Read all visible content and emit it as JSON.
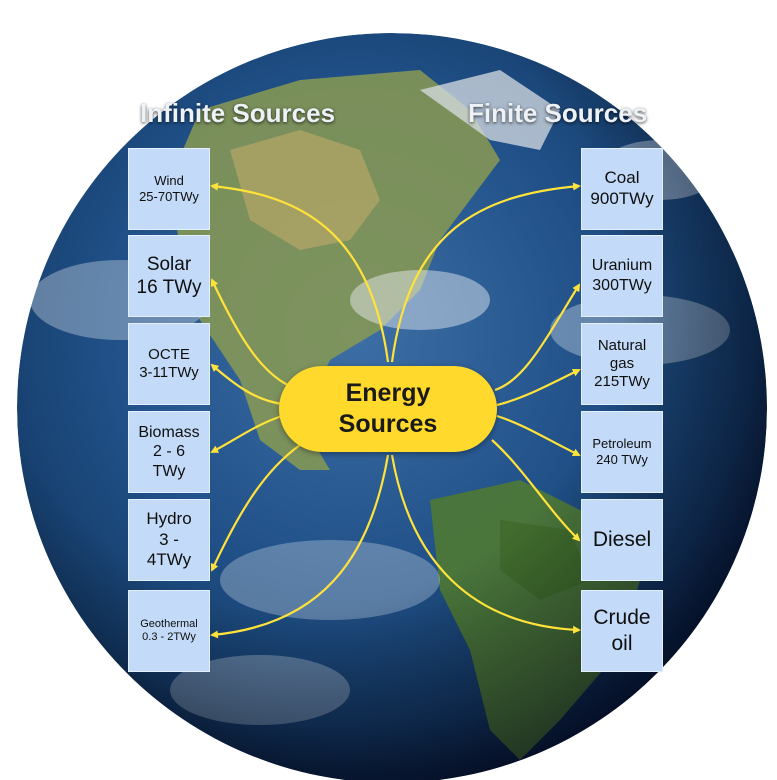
{
  "colors": {
    "box_fill": "#c3dbf8",
    "hub_fill": "#ffd92b",
    "arrow": "#ffe23a",
    "heading": "#eef2f7"
  },
  "headings": {
    "infinite": "Infinite Sources",
    "finite": "Finite Sources"
  },
  "hub": {
    "line1": "Energy",
    "line2": "Sources"
  },
  "infinite_sources": [
    {
      "lines": [
        "Wind",
        "25-70TWy"
      ]
    },
    {
      "lines": [
        "Solar",
        "16 TWy"
      ]
    },
    {
      "lines": [
        "OCTE",
        "3-11TWy"
      ]
    },
    {
      "lines": [
        "Biomass",
        "2 - 6",
        "TWy"
      ]
    },
    {
      "lines": [
        "Hydro",
        "3 -",
        "4TWy"
      ]
    },
    {
      "lines": [
        "Geothermal",
        "0.3 - 2TWy"
      ]
    }
  ],
  "finite_sources": [
    {
      "lines": [
        "Coal",
        "900TWy"
      ]
    },
    {
      "lines": [
        "Uranium",
        "300TWy"
      ]
    },
    {
      "lines": [
        "Natural",
        "gas",
        "215TWy"
      ]
    },
    {
      "lines": [
        "Petroleum",
        "240 TWy"
      ]
    },
    {
      "lines": [
        "Diesel"
      ]
    },
    {
      "lines": [
        "Crude",
        "oil"
      ]
    }
  ]
}
